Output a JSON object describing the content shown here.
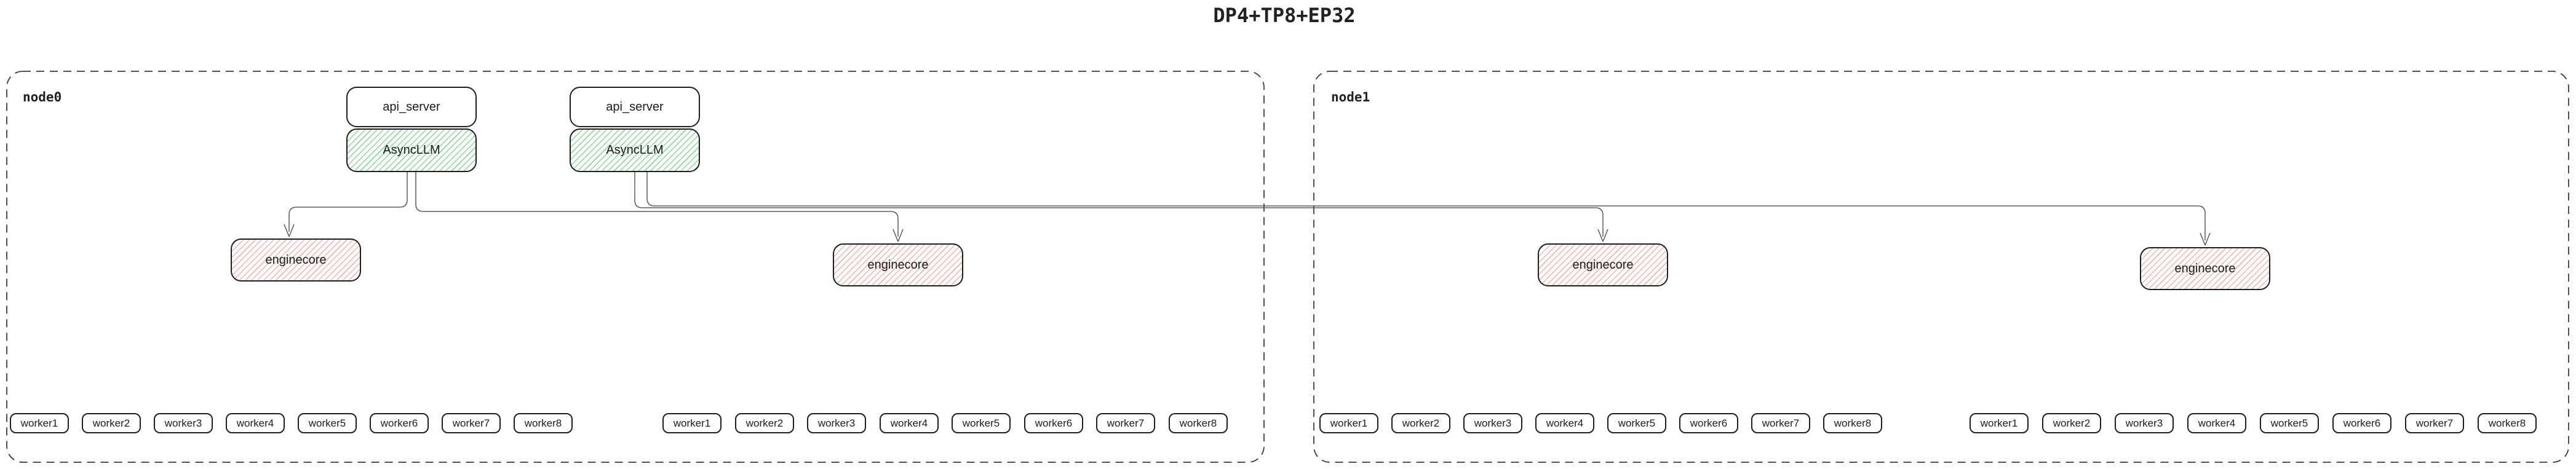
{
  "title": "DP4+TP8+EP32",
  "colors": {
    "border": "#1e1e1e",
    "node_border": "#3a3a3a",
    "connector": "#5a5a5a",
    "async_llm_hatch": "#8ad99c",
    "enginecore_hatch": "#f0b5b1"
  },
  "nodes": [
    {
      "label": "node0",
      "stacks": [
        {
          "api_server": "api_server",
          "async_llm": "AsyncLLM"
        },
        {
          "api_server": "api_server",
          "async_llm": "AsyncLLM"
        }
      ],
      "enginecores": [
        {
          "label": "enginecore"
        },
        {
          "label": "enginecore"
        }
      ],
      "worker_groups": [
        {
          "workers": [
            "worker1",
            "worker2",
            "worker3",
            "worker4",
            "worker5",
            "worker6",
            "worker7",
            "worker8"
          ]
        },
        {
          "workers": [
            "worker1",
            "worker2",
            "worker3",
            "worker4",
            "worker5",
            "worker6",
            "worker7",
            "worker8"
          ]
        }
      ]
    },
    {
      "label": "node1",
      "stacks": [],
      "enginecores": [
        {
          "label": "enginecore"
        },
        {
          "label": "enginecore"
        }
      ],
      "worker_groups": [
        {
          "workers": [
            "worker1",
            "worker2",
            "worker3",
            "worker4",
            "worker5",
            "worker6",
            "worker7",
            "worker8"
          ]
        },
        {
          "workers": [
            "worker1",
            "worker2",
            "worker3",
            "worker4",
            "worker5",
            "worker6",
            "worker7",
            "worker8"
          ]
        }
      ]
    }
  ]
}
